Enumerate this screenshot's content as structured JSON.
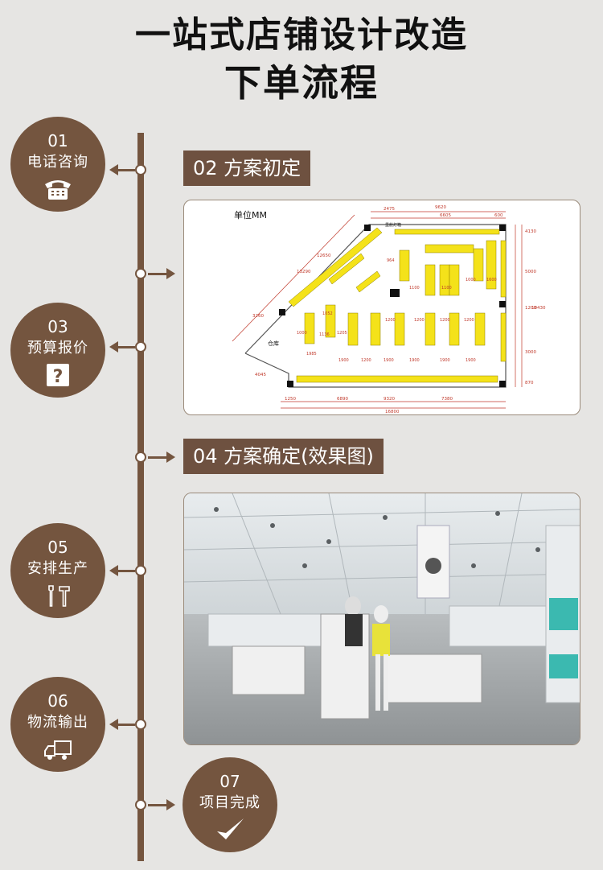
{
  "title": {
    "line1": "一站式店铺设计改造",
    "line2": "下单流程"
  },
  "steps": [
    {
      "num": "01",
      "label": "电话咨询",
      "icon": "phone-icon"
    },
    {
      "num": "03",
      "label": "预算报价",
      "icon": "question-icon"
    },
    {
      "num": "05",
      "label": "安排生产",
      "icon": "tools-icon"
    },
    {
      "num": "06",
      "label": "物流输出",
      "icon": "truck-icon"
    },
    {
      "num": "07",
      "label": "项目完成",
      "icon": "checkmark-icon"
    }
  ],
  "banners": {
    "step02": "02  方案初定",
    "step04": "04  方案确定(效果图)"
  },
  "floorplan": {
    "unit_label": "单位MM",
    "storage_label": "仓库",
    "light_box_label": "墨舱灯箱",
    "dims_top": [
      "2475",
      "9620",
      "6605",
      "600"
    ],
    "dims_bottom": [
      "1250",
      "6890",
      "9320",
      "7380",
      "16800"
    ],
    "dims_left": [
      "13290",
      "12650",
      "3260",
      "4045"
    ],
    "dims_right": [
      "4130",
      "5000",
      "1200",
      "10430",
      "3000",
      "870"
    ],
    "fixture_values": [
      "1000",
      "1100",
      "1100",
      "1000",
      "1900",
      "1200",
      "1136",
      "1985",
      "1205",
      "1900",
      "1200",
      "1900",
      "1200",
      "1900",
      "1200",
      "1600",
      "1900",
      "1200",
      "1052",
      "964"
    ]
  },
  "colors": {
    "brand_brown": "#74553f",
    "banner_brown": "#6e5140",
    "background": "#e6e5e3",
    "fixture_yellow": "#f4e21a"
  }
}
